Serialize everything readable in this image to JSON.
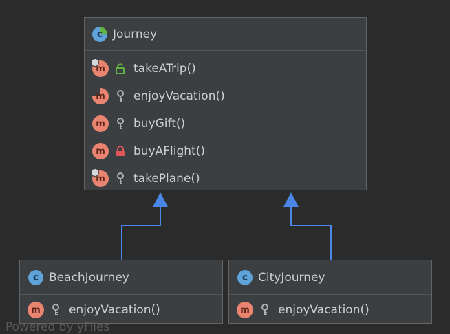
{
  "diagram": {
    "parent": {
      "name": "Journey",
      "kind_icon": "abstract-class-icon",
      "methods": [
        {
          "name": "takeATrip()",
          "icon": "method-final-icon",
          "visibility": "public-unlock-icon"
        },
        {
          "name": "enjoyVacation()",
          "icon": "method-abstract-icon",
          "visibility": "package-key-icon"
        },
        {
          "name": "buyGift()",
          "icon": "method-icon",
          "visibility": "package-key-icon"
        },
        {
          "name": "buyAFlight()",
          "icon": "method-icon",
          "visibility": "private-lock-icon"
        },
        {
          "name": "takePlane()",
          "icon": "method-final-icon",
          "visibility": "package-key-icon"
        }
      ]
    },
    "children": [
      {
        "name": "BeachJourney",
        "kind_icon": "class-icon",
        "methods": [
          {
            "name": "enjoyVacation()",
            "icon": "method-icon",
            "visibility": "package-key-icon"
          }
        ]
      },
      {
        "name": "CityJourney",
        "kind_icon": "class-icon",
        "methods": [
          {
            "name": "enjoyVacation()",
            "icon": "method-icon",
            "visibility": "package-key-icon"
          }
        ]
      }
    ],
    "icon_letters": {
      "class": "c",
      "method": "m"
    },
    "watermark": "Powered by yFiles",
    "colors": {
      "background": "#2b2b2b",
      "node_fill": "#3c3f41",
      "node_border": "#646464",
      "edge": "#4a86e8",
      "class_icon": "#5fa3d8",
      "method_icon": "#e8846f",
      "public_green": "#62b543",
      "private_red": "#e05555"
    }
  }
}
